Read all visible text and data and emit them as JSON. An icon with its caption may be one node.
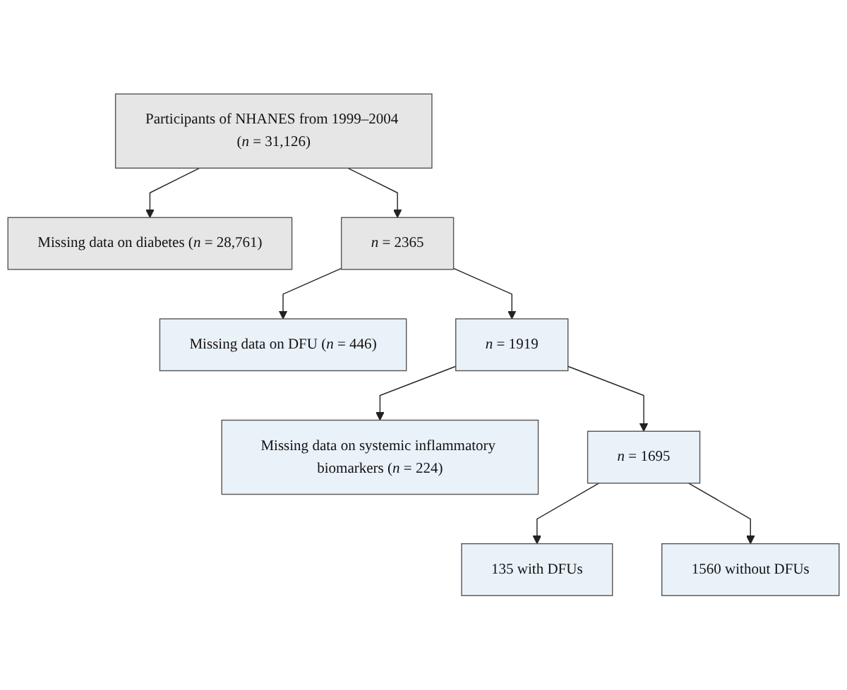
{
  "diagram": {
    "nodes": [
      {
        "text": [
          "Participants of NHANES from 1999–2004 (*n* = 31,126)"
        ]
      },
      {
        "text": [
          "Missing data on diabetes (*n* = 28,761)"
        ]
      },
      {
        "text": [
          "*n* = 2365"
        ]
      },
      {
        "text": [
          "Missing data on DFU (*n* = 446)"
        ]
      },
      {
        "text": [
          "*n* = 1919"
        ]
      },
      {
        "text": [
          "Missing data on systemic inflammatory biomarkers (*n* = 224)"
        ]
      },
      {
        "text": [
          "*n* = 1695"
        ]
      },
      {
        "text": [
          "135 with DFUs"
        ]
      },
      {
        "text": [
          "1560 without DFUs"
        ]
      }
    ],
    "edges": [
      {
        "from": 0,
        "to": 2,
        "arrow": "to"
      },
      {
        "from": 0,
        "to": 1,
        "arrow": "to"
      },
      {
        "from": 2,
        "to": 4,
        "arrow": "to"
      },
      {
        "from": 2,
        "to": 3,
        "arrow": "to"
      },
      {
        "from": 4,
        "to": 6,
        "arrow": "to"
      },
      {
        "from": 4,
        "to": 5,
        "arrow": "to"
      },
      {
        "from": 6,
        "to": 7,
        "arrow": "to"
      },
      {
        "from": 6,
        "to": 8,
        "arrow": "to"
      }
    ]
  }
}
